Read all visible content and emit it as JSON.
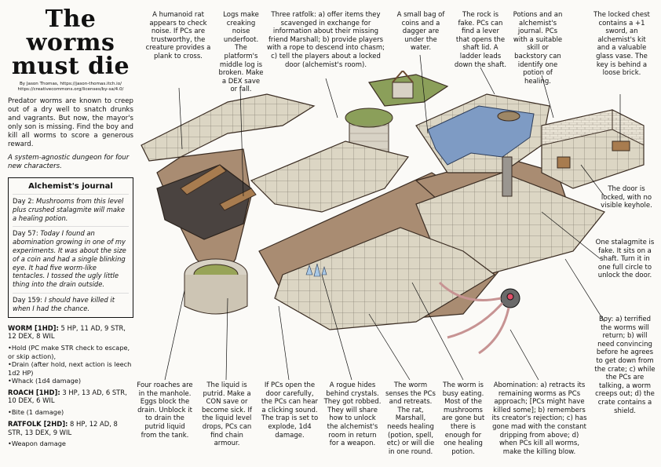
{
  "title": "The worms must die",
  "byline": "By Jason Thomas, https://jason-thomas.itch.io/ https://creativecommons.org/licenses/by-sa/4.0/",
  "intro": "Predator worms are known to creep out of a dry well to snatch drunks and vagrants. But now, the mayor's only son is missing. Find the boy and kill all worms to score a generous reward.",
  "tagline": "A system-agnostic dungeon for four new characters.",
  "journal": {
    "heading": "Alchemist's journal",
    "entries": [
      {
        "day": "Day 2:",
        "text": "Mushrooms from this level plus crushed stalagmite will make a healing potion."
      },
      {
        "day": "Day 57:",
        "text": "Today I found an abomination growing in one of my experiments. It was about the size of a coin and had a single blinking eye. It had five worm-like tentacles. I tossed the ugly little thing into the drain outside."
      },
      {
        "day": "Day 159:",
        "text": "I should have killed it when I had the chance."
      }
    ]
  },
  "monsters": [
    {
      "name": "WORM [1HD]:",
      "stats": "5 HP, 11 AD, 9 STR, 12 DEX, 8 WIL",
      "abilities": [
        "Hold (PC make STR check to escape, or skip action),",
        "Drain (after hold, next action is leech 1d2 HP)",
        "Whack (1d4 damage)"
      ]
    },
    {
      "name": "ROACH [1HD]:",
      "stats": "3 HP, 13 AD, 6 STR, 10 DEX, 6 WIL",
      "abilities": [
        "Bite (1 damage)"
      ]
    },
    {
      "name": "RATFOLK [2HD]:",
      "stats": "8 HP, 12 AD, 8 STR, 13 DEX, 9 WIL",
      "abilities": [
        "Weapon damage"
      ]
    }
  ],
  "notes": {
    "ratfolk_trust": "A humanoid rat appears to check noise. If PCs are trustworthy, the creature provides a plank to cross.",
    "logs": "Logs make creaking noise underfoot. The platform's middle log is broken. Make a DEX save or fall.",
    "three_ratfolk": "Three ratfolk: a) offer items they scavenged in exchange for information about their missing friend Marshall; b) provide players with a rope to descend into chasm; c) tell the players about a locked door (alchemist's room).",
    "bag": "A small bag of coins and a dagger are under the water.",
    "rock": "The rock is fake. PCs can find a lever that opens the shaft lid. A ladder leads down the shaft.",
    "potions": "Potions and an alchemist's journal. PCs with a suitable skill or backstory can identify one potion of healing.",
    "chest": "The locked chest contains a +1 sword, an alchemist's kit and a valuable glass vase. The key is behind a loose brick.",
    "door": "The door is locked, with no visible keyhole.",
    "stalagmite": "One stalagmite is fake. It sits on a shaft. Turn it in one full circle to unlock the door.",
    "boy": "Boy: a) terrified the worms will return; b) will need convincing before he agrees to get down from the crate; c) while the PCs are talking, a worm creeps out; d) the crate contains a shield.",
    "roaches": "Four roaches are in the manhole. Eggs block the drain. Unblock it to drain the putrid liquid from the tank.",
    "liquid": "The liquid is putrid. Make a CON save or become sick. If the liquid level drops, PCs can find chain armour.",
    "door_trap": "If PCs open the door carefully, the PCs can hear a clicking sound. The trap is set to explode, 1d4 damage.",
    "rogue": "A rogue hides behind crystals. They got robbed. They will share how to unlock the alchemist's room in return for a weapon.",
    "worm_senses": "The worm senses the PCs and retreats. The rat, Marshall, needs healing (potion, spell, etc) or will die in one round.",
    "worm_eating": "The worm is busy eating. Most of the mushrooms are gone but there is enough for one healing potion.",
    "abomination": "Abomination: a) retracts its remaining worms as PCs approach; [PCs might have killed some]; b) remembers its creator's rejection; c) has gone mad with the constant dripping from above; d) when PCs kill all worms, make the killing blow."
  },
  "colors": {
    "floor": "#d9d3c0",
    "rock": "#a98c72",
    "rockDark": "#7e5f48",
    "water": "#7e9bc4",
    "pit": "#4a4340",
    "wall": "#e9e3d6"
  }
}
